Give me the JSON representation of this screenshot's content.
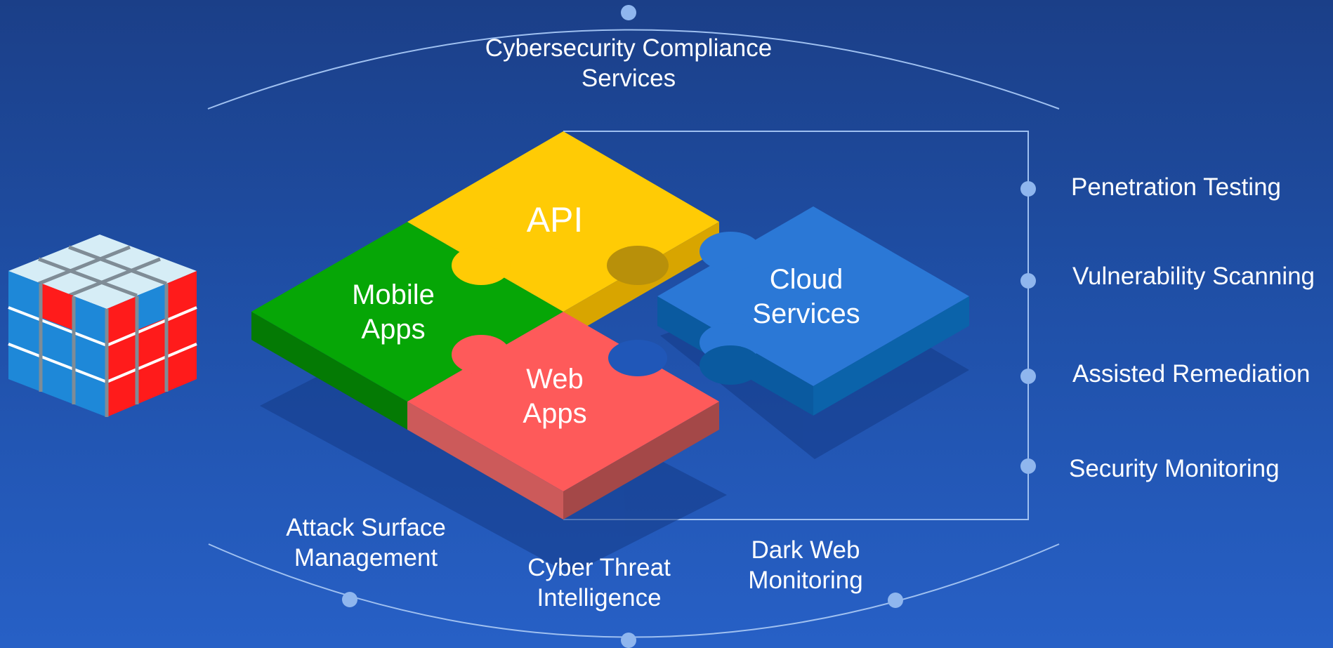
{
  "diagram": {
    "top_label": [
      "Cybersecurity Compliance",
      "Services"
    ],
    "pieces": {
      "api": "API",
      "mobile": [
        "Mobile",
        "Apps"
      ],
      "web": [
        "Web",
        "Apps"
      ],
      "cloud": [
        "Cloud",
        "Services"
      ]
    },
    "side_items": [
      "Penetration Testing",
      "Vulnerability Scanning",
      "Assisted Remediation",
      "Security Monitoring"
    ],
    "bottom_items": {
      "attack_surface": [
        "Attack Surface",
        "Management"
      ],
      "cyber_threat": [
        "Cyber Threat",
        "Intelligence"
      ],
      "dark_web": [
        "Dark Web",
        "Monitoring"
      ]
    }
  },
  "colors": {
    "background_top": "#1b3f88",
    "background_bottom": "#2760c6",
    "api_yellow": "#ffcb05",
    "mobile_green": "#06a606",
    "web_red": "#fe5a5a",
    "cloud_blue": "#2b78d6",
    "cube_blue": "#1e88d8",
    "cube_red": "#ff1b1b",
    "line_color": "#9fc0f0",
    "dot_color": "#8fb6ee"
  },
  "icons": [
    "rubiks-cube-icon",
    "puzzle-icon"
  ]
}
